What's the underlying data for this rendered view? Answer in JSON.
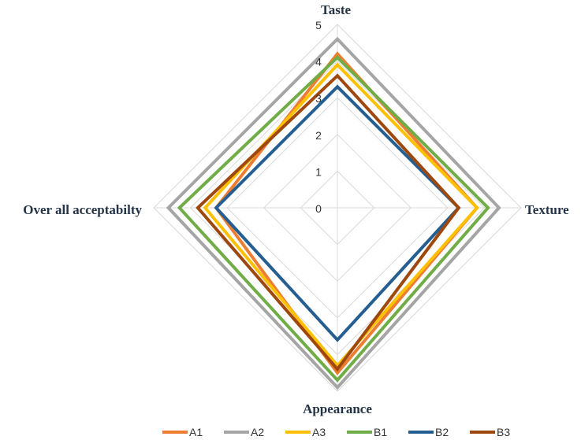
{
  "chart_data": {
    "type": "radar",
    "axes": [
      "Taste",
      "Texture",
      "Appearance",
      "Over all acceptabilty"
    ],
    "rlim": [
      0,
      5
    ],
    "ticks": [
      "0",
      "1",
      "2",
      "3",
      "4",
      "5"
    ],
    "grid": true,
    "legend_position": "bottom",
    "series": [
      {
        "name": "A1",
        "color": "#ED7D31",
        "values": [
          4.2,
          3.8,
          4.5,
          3.3
        ]
      },
      {
        "name": "A2",
        "color": "#A5A5A5",
        "values": [
          4.6,
          4.4,
          4.9,
          4.6
        ]
      },
      {
        "name": "A3",
        "color": "#FFC000",
        "values": [
          3.9,
          3.8,
          4.3,
          3.6
        ]
      },
      {
        "name": "B1",
        "color": "#70AD47",
        "values": [
          4.1,
          4.1,
          4.7,
          4.3
        ]
      },
      {
        "name": "B2",
        "color": "#255E91",
        "values": [
          3.3,
          3.3,
          3.6,
          3.3
        ]
      },
      {
        "name": "B3",
        "color": "#9E480E",
        "values": [
          3.6,
          3.3,
          4.4,
          3.8
        ]
      }
    ]
  }
}
